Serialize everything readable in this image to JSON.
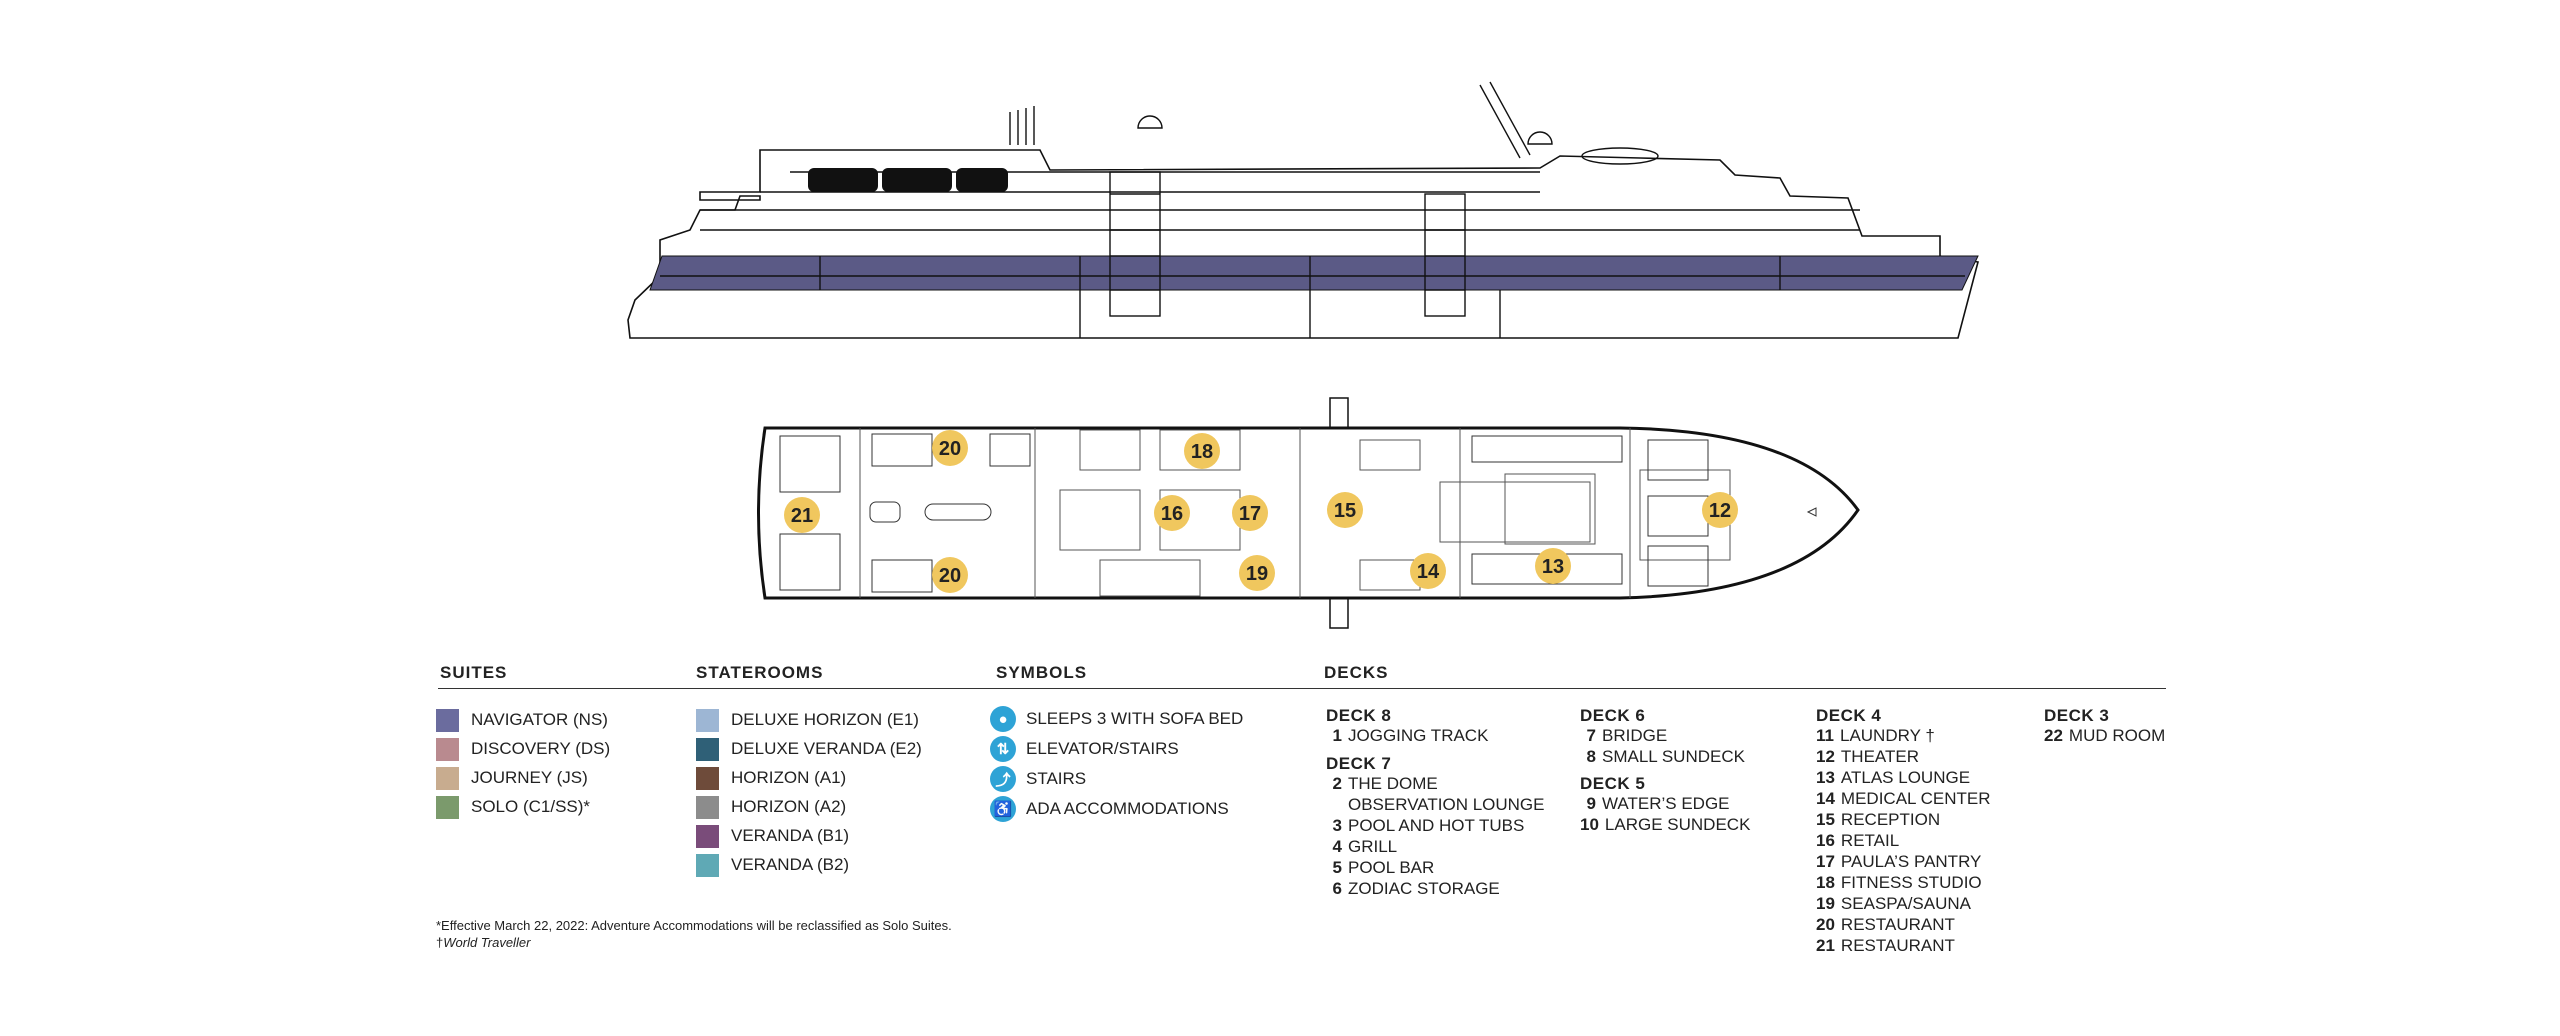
{
  "ship_markers": [
    {
      "num": "20"
    },
    {
      "num": "18"
    },
    {
      "num": "21"
    },
    {
      "num": "16"
    },
    {
      "num": "17"
    },
    {
      "num": "15"
    },
    {
      "num": "12"
    },
    {
      "num": "20"
    },
    {
      "num": "19"
    },
    {
      "num": "14"
    },
    {
      "num": "13"
    }
  ],
  "colors": {
    "hull_stripe": "#5b5a86",
    "marker": "#f0c75e",
    "symbol": "#2ea3d6"
  },
  "legend": {
    "suites_title": "SUITES",
    "staterooms_title": "STATEROOMS",
    "symbols_title": "SYMBOLS",
    "decks_title": "DECKS",
    "suites": [
      {
        "label": "NAVIGATOR (NS)",
        "color": "#6b6c9e"
      },
      {
        "label": "DISCOVERY (DS)",
        "color": "#b98a8f"
      },
      {
        "label": "JOURNEY (JS)",
        "color": "#c8ac8f"
      },
      {
        "label": "SOLO (C1/SS)*",
        "color": "#7b9a6c"
      }
    ],
    "staterooms": [
      {
        "label": "DELUXE HORIZON (E1)",
        "color": "#9db6d4"
      },
      {
        "label": "DELUXE VERANDA (E2)",
        "color": "#2f6077"
      },
      {
        "label": "HORIZON (A1)",
        "color": "#6e4b3a"
      },
      {
        "label": "HORIZON (A2)",
        "color": "#8c8c8c"
      },
      {
        "label": "VERANDA (B1)",
        "color": "#7a4c7a"
      },
      {
        "label": "VERANDA (B2)",
        "color": "#5fa9b5"
      }
    ],
    "symbols": [
      {
        "label": "SLEEPS 3 WITH SOFA BED",
        "icon": "sofa-bed-icon",
        "glyph": "●"
      },
      {
        "label": "ELEVATOR/STAIRS",
        "icon": "elevator-icon",
        "glyph": "⇅"
      },
      {
        "label": "STAIRS",
        "icon": "stairs-icon",
        "glyph": "⤴"
      },
      {
        "label": "ADA ACCOMMODATIONS",
        "icon": "wheelchair-icon",
        "glyph": "♿"
      }
    ]
  },
  "decks": {
    "deck8": {
      "title": "DECK 8",
      "items": [
        {
          "n": "1",
          "label": "JOGGING TRACK"
        }
      ]
    },
    "deck7": {
      "title": "DECK 7",
      "items": [
        {
          "n": "2",
          "label": "THE DOME"
        },
        {
          "n": "",
          "label": "OBSERVATION LOUNGE"
        },
        {
          "n": "3",
          "label": "POOL AND HOT TUBS"
        },
        {
          "n": "4",
          "label": "GRILL"
        },
        {
          "n": "5",
          "label": "POOL BAR"
        },
        {
          "n": "6",
          "label": "ZODIAC STORAGE"
        }
      ]
    },
    "deck6": {
      "title": "DECK 6",
      "items": [
        {
          "n": "7",
          "label": "BRIDGE"
        },
        {
          "n": "8",
          "label": "SMALL SUNDECK"
        }
      ]
    },
    "deck5": {
      "title": "DECK 5",
      "items": [
        {
          "n": "9",
          "label": "WATER’S EDGE"
        },
        {
          "n": "10",
          "label": "LARGE SUNDECK"
        }
      ]
    },
    "deck4": {
      "title": "DECK 4",
      "items": [
        {
          "n": "11",
          "label": "LAUNDRY †"
        },
        {
          "n": "12",
          "label": "THEATER"
        },
        {
          "n": "13",
          "label": "ATLAS LOUNGE"
        },
        {
          "n": "14",
          "label": "MEDICAL CENTER"
        },
        {
          "n": "15",
          "label": "RECEPTION"
        },
        {
          "n": "16",
          "label": "RETAIL"
        },
        {
          "n": "17",
          "label": "PAULA’S PANTRY"
        },
        {
          "n": "18",
          "label": "FITNESS STUDIO"
        },
        {
          "n": "19",
          "label": "SEASPA/SAUNA"
        },
        {
          "n": "20",
          "label": "RESTAURANT"
        },
        {
          "n": "21",
          "label": "RESTAURANT"
        }
      ]
    },
    "deck3": {
      "title": "DECK 3",
      "items": [
        {
          "n": "22",
          "label": "MUD ROOM"
        }
      ]
    }
  },
  "footnotes": {
    "note1": "*Effective March 22, 2022: Adventure Accommodations will be reclassified as Solo Suites.",
    "note2_mark": "†",
    "note2_text": "World Traveller"
  }
}
